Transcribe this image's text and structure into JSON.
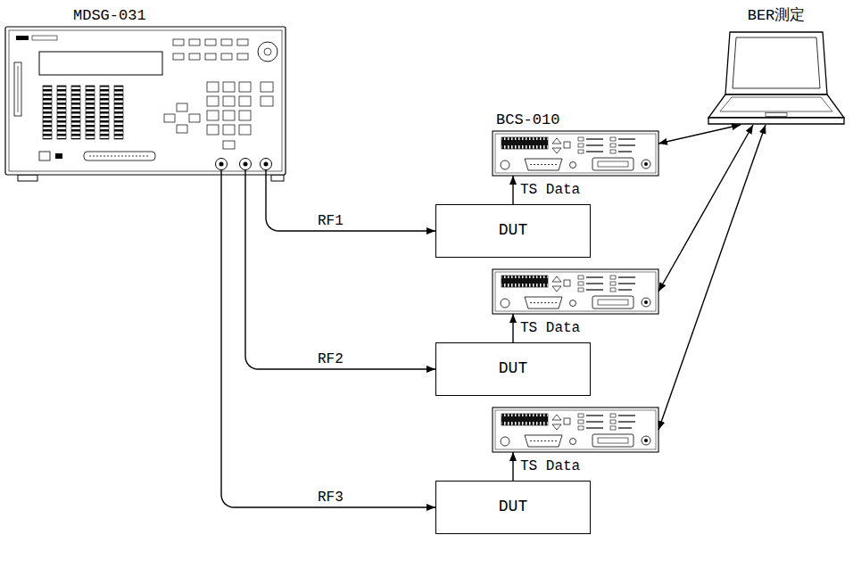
{
  "diagram": {
    "nodes": [
      {
        "text": [
          "MDSG-031"
        ]
      },
      {
        "text": [
          "BER測定"
        ]
      },
      {
        "text": [
          "BCS-010"
        ]
      },
      {
        "text": [
          "DUT"
        ]
      },
      {
        "text": []
      },
      {
        "text": [
          "DUT"
        ]
      },
      {
        "text": []
      },
      {
        "text": [
          "DUT"
        ]
      }
    ],
    "edges": [
      {
        "from": 0,
        "to": 3,
        "label": "RF1",
        "arrow": "to"
      },
      {
        "from": 0,
        "to": 5,
        "label": "RF2",
        "arrow": "to"
      },
      {
        "from": 0,
        "to": 7,
        "label": "RF3",
        "arrow": "to"
      },
      {
        "from": 3,
        "to": 2,
        "label": "TS Data",
        "arrow": "to"
      },
      {
        "from": 5,
        "to": 4,
        "label": "TS Data",
        "arrow": "to"
      },
      {
        "from": 7,
        "to": 6,
        "label": "TS Data",
        "arrow": "to"
      },
      {
        "from": 2,
        "to": 1,
        "arrow": "both"
      },
      {
        "from": 4,
        "to": 1,
        "arrow": "both"
      },
      {
        "from": 6,
        "to": 1,
        "arrow": "both"
      }
    ]
  }
}
